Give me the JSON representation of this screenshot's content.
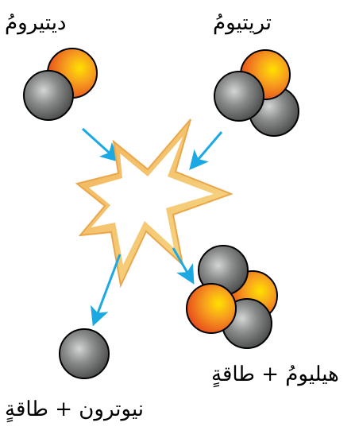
{
  "labels": {
    "deuterium": "ديتيرومُ",
    "tritium": "تريتيومُ",
    "helium": "هيليومُ + طاقةٍ",
    "neutron": "نيوترون + طاقةٍ"
  },
  "colors": {
    "proton": "#f07a1e",
    "proton_highlight": "#ffe100",
    "neutron": "#5a5c5c",
    "neutron_highlight": "#d4d6d6",
    "arrow": "#1ba9e3",
    "burst_outer": "#f4c76c",
    "burst_inner": "#ffffff"
  }
}
